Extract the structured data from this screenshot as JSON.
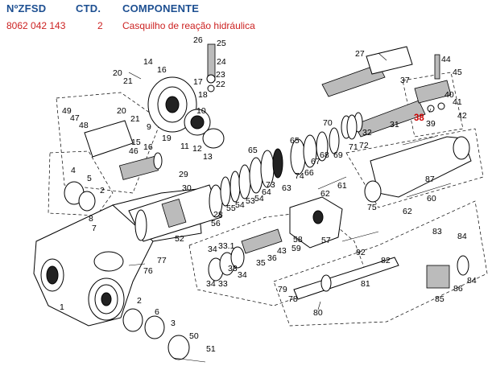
{
  "header": {
    "col_ref": "NºZFSD",
    "col_qty": "CTD.",
    "col_component": "COMPONENTE"
  },
  "row": {
    "ref": "8062 042 143",
    "qty": "2",
    "component": "Casquilho de reação hidráulica"
  },
  "colors": {
    "header_blue": "#1d4f91",
    "row_red": "#cc2222",
    "highlight_red": "#cc0000"
  },
  "highlighted_callout": "38",
  "callouts": {
    "n1": "1",
    "n2a": "2",
    "n2b": "2",
    "n3": "3",
    "n4": "4",
    "n5": "5",
    "n6": "6",
    "n7": "7",
    "n8": "8",
    "n9": "9",
    "n10": "10",
    "n11": "11",
    "n12": "12",
    "n13": "13",
    "n14": "14",
    "n15": "15",
    "n16a": "16",
    "n16b": "16",
    "n17": "17",
    "n18": "18",
    "n19": "19",
    "n20a": "20",
    "n20b": "20",
    "n21a": "21",
    "n21b": "21",
    "n22": "22",
    "n23": "23",
    "n24": "24",
    "n25": "25",
    "n26": "26",
    "n27": "27",
    "n28": "28",
    "n29": "29",
    "n30": "30",
    "n31": "31",
    "n32": "32",
    "n33a": "33",
    "n33b": "33",
    "n33c": "33.1",
    "n34a": "34",
    "n34b": "34",
    "n34c": "34",
    "n35": "35",
    "n36": "36",
    "n37": "37",
    "n38": "38",
    "n39": "39",
    "n40": "40",
    "n41": "41",
    "n42": "42",
    "n43": "43",
    "n44": "44",
    "n45": "45",
    "n46": "46",
    "n47": "47",
    "n48": "48",
    "n49": "49",
    "n50": "50",
    "n51": "51",
    "n52": "52",
    "n53": "53",
    "n54a": "54",
    "n54b": "54",
    "n55": "55",
    "n56": "56",
    "n57": "57",
    "n58": "58",
    "n59": "59",
    "n60": "60",
    "n61": "61",
    "n62a": "62",
    "n62b": "62",
    "n63": "63",
    "n64": "64",
    "n65a": "65",
    "n65b": "65",
    "n66": "66",
    "n67": "67",
    "n68": "68",
    "n69": "69",
    "n70": "70",
    "n71": "71",
    "n72": "72",
    "n73": "73",
    "n74": "74",
    "n75": "75",
    "n76": "76",
    "n77": "77",
    "n78": "78",
    "n79": "79",
    "n80": "80",
    "n81": "81",
    "n82": "82",
    "n83": "83",
    "n84a": "84",
    "n84b": "84",
    "n85": "85",
    "n86": "86",
    "n87": "87",
    "n92": "92"
  }
}
